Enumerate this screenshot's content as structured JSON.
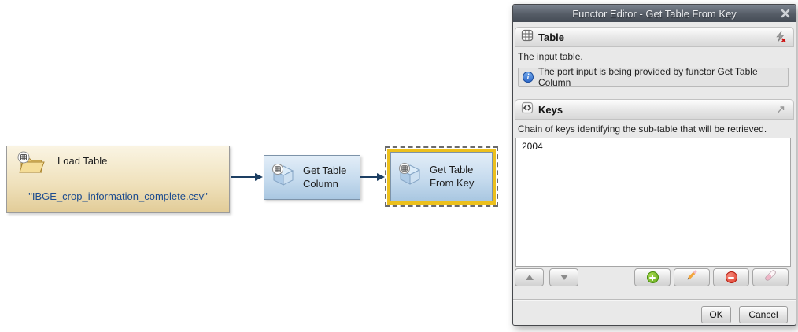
{
  "canvas": {
    "nodes": [
      {
        "title": "Load Table",
        "file": "\"IBGE_crop_information_complete.csv\"",
        "icon": "open-folder-table-icon"
      },
      {
        "title": "Get Table Column",
        "icon": "cube-table-icon"
      },
      {
        "title": "Get Table From Key",
        "icon": "cube-table-icon",
        "selected": true
      }
    ]
  },
  "dialog": {
    "title": "Functor Editor - Get Table From Key",
    "table_section": {
      "label": "Table",
      "description": "The input table.",
      "info": "The port input is being provided by functor Get Table Column"
    },
    "keys_section": {
      "label": "Keys",
      "description": "Chain of keys identifying the sub-table that will be retrieved.",
      "items": [
        "2004"
      ]
    },
    "footer": {
      "ok": "OK",
      "cancel": "Cancel"
    }
  },
  "icons": {
    "close-icon": "✕",
    "up-icon": "▲",
    "down-icon": "▼",
    "add-icon": "+",
    "edit-icon": "pencil",
    "remove-icon": "−",
    "clear-icon": "eraser",
    "info-icon": "i",
    "keys-icon": "<>",
    "disconnect-icon": "lightning-x",
    "connect-icon": "arrow-ne",
    "table-icon": "grid"
  },
  "colors": {
    "selection_border": "#ecc01d",
    "arrow": "#1d3f63",
    "node_tan_top": "#faf4e3",
    "node_tan_bottom": "#e2cc98",
    "node_blue_top": "#e3eef8",
    "node_blue_bottom": "#a9c7e1",
    "titlebar": "#4b525c",
    "file_text": "#1d4c8f",
    "add_green": "#5ca416",
    "remove_red": "#dd3524",
    "info_blue": "#2c67c9"
  }
}
